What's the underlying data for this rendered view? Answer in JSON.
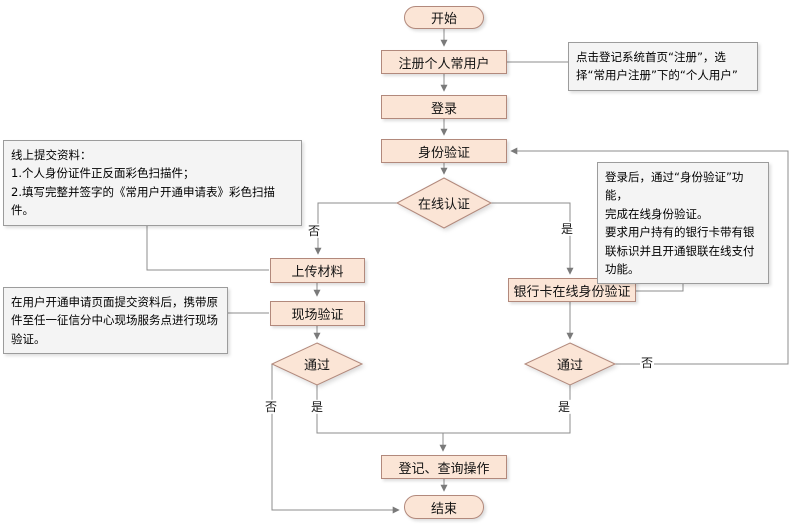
{
  "diagram": {
    "type": "flowchart",
    "nodes": {
      "start": "开始",
      "register": "注册个人常用户",
      "login": "登录",
      "identity_verification": "身份验证",
      "online_auth": "在线认证",
      "upload_materials": "上传材料",
      "onsite_verification": "现场验证",
      "bankcard_verification": "银行卡在线身份验证",
      "pass_left": "通过",
      "pass_right": "通过",
      "register_query": "登记、查询操作",
      "end": "结束"
    },
    "edge_labels": {
      "online_no": "否",
      "online_yes": "是",
      "left_no": "否",
      "left_yes": "是",
      "right_yes": "是",
      "right_no": "否"
    },
    "annotations": {
      "register_note": "点击登记系统首页“注册”，选择“常用户注册”下的“个人用户”",
      "online_submit_note": "线上提交资料：\n1.个人身份证件正反面彩色扫描件；\n2.填写完整并签字的《常用户开通申请表》彩色扫描件。",
      "onsite_note": "在用户开通申请页面提交资料后，携带原件至任一征信分中心现场服务点进行现场验证。",
      "bankcard_note": "登录后，通过“身份验证”功能，\n完成在线身份验证。\n要求用户持有的银行卡带有银联标识并且开通银联在线支付功能。"
    },
    "colors": {
      "node_fill": "#fbe5d6",
      "node_border": "#b2897c",
      "annotation_fill": "#f4f4f4",
      "annotation_border": "#9c9c9c",
      "connector": "#8c8c8c",
      "text": "#131313",
      "background": "#ffffff"
    }
  }
}
